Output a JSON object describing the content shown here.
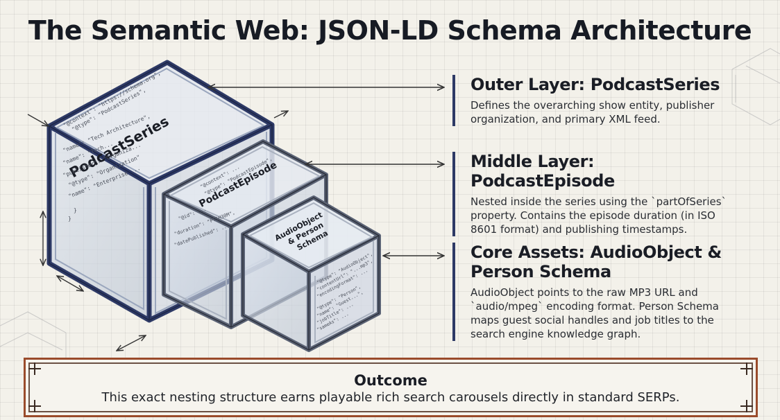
{
  "title": "The Semantic Web: JSON-LD Schema Architecture",
  "cubes": {
    "outer": {
      "label": "PodcastSeries",
      "code": [
        "\"@context\": \"https://schema.org\",",
        "\"@type\": \"PodcastSeries\",",
        "\"@id\": ...",
        "\"name\": \"Tech Architecture\",",
        "\"name\": \"Tech...",
        "\"publisher\": \"Organiza...",
        "\"@type\": \"Organization\"",
        "\"name\": \"Enterprise ...",
        "}",
        "}"
      ]
    },
    "middle": {
      "label": "PodcastEpisode",
      "code": [
        "\"@context\": ...",
        "\"@type\": \"PodcastEpisode\",",
        "\"@id\": ...",
        "\"duration\": \"PT1H30M\",",
        "\"datePublished\": ..."
      ]
    },
    "inner": {
      "label_lines": [
        "AudioObject",
        "& Person",
        "Schema"
      ],
      "code": [
        "\"@type\": \"AudioObject\",",
        "\"contentUrl\": \"...mp3\",",
        "\"encodingFormat\": ...",
        "\"@type\": \"Person\",",
        "\"name\": \"Guest...\",",
        "\"jobTitle\": ...",
        "\"sameAs\": ..."
      ]
    }
  },
  "layers": [
    {
      "title": "Outer Layer: PodcastSeries",
      "body": "Defines the overarching show entity, publisher organization, and primary XML feed."
    },
    {
      "title": "Middle Layer: PodcastEpisode",
      "body": "Nested inside the series using the `partOfSeries` property. Contains the episode duration (in ISO 8601 format) and publishing timestamps."
    },
    {
      "title": "Core Assets: AudioObject & Person Schema",
      "body": "AudioObject points to the raw MP3 URL and `audio/mpeg` encoding format. Person Schema maps guest social handles and job titles to the search engine knowledge graph."
    }
  ],
  "outcome": {
    "title": "Outcome",
    "body": "This exact nesting structure earns playable rich search carousels directly in standard SERPs."
  },
  "colors": {
    "frame_blue": "#2e3a66",
    "frame_steel": "#5a6274",
    "glass": "#c9d2df",
    "outcome_border": "#9a4b2b"
  }
}
